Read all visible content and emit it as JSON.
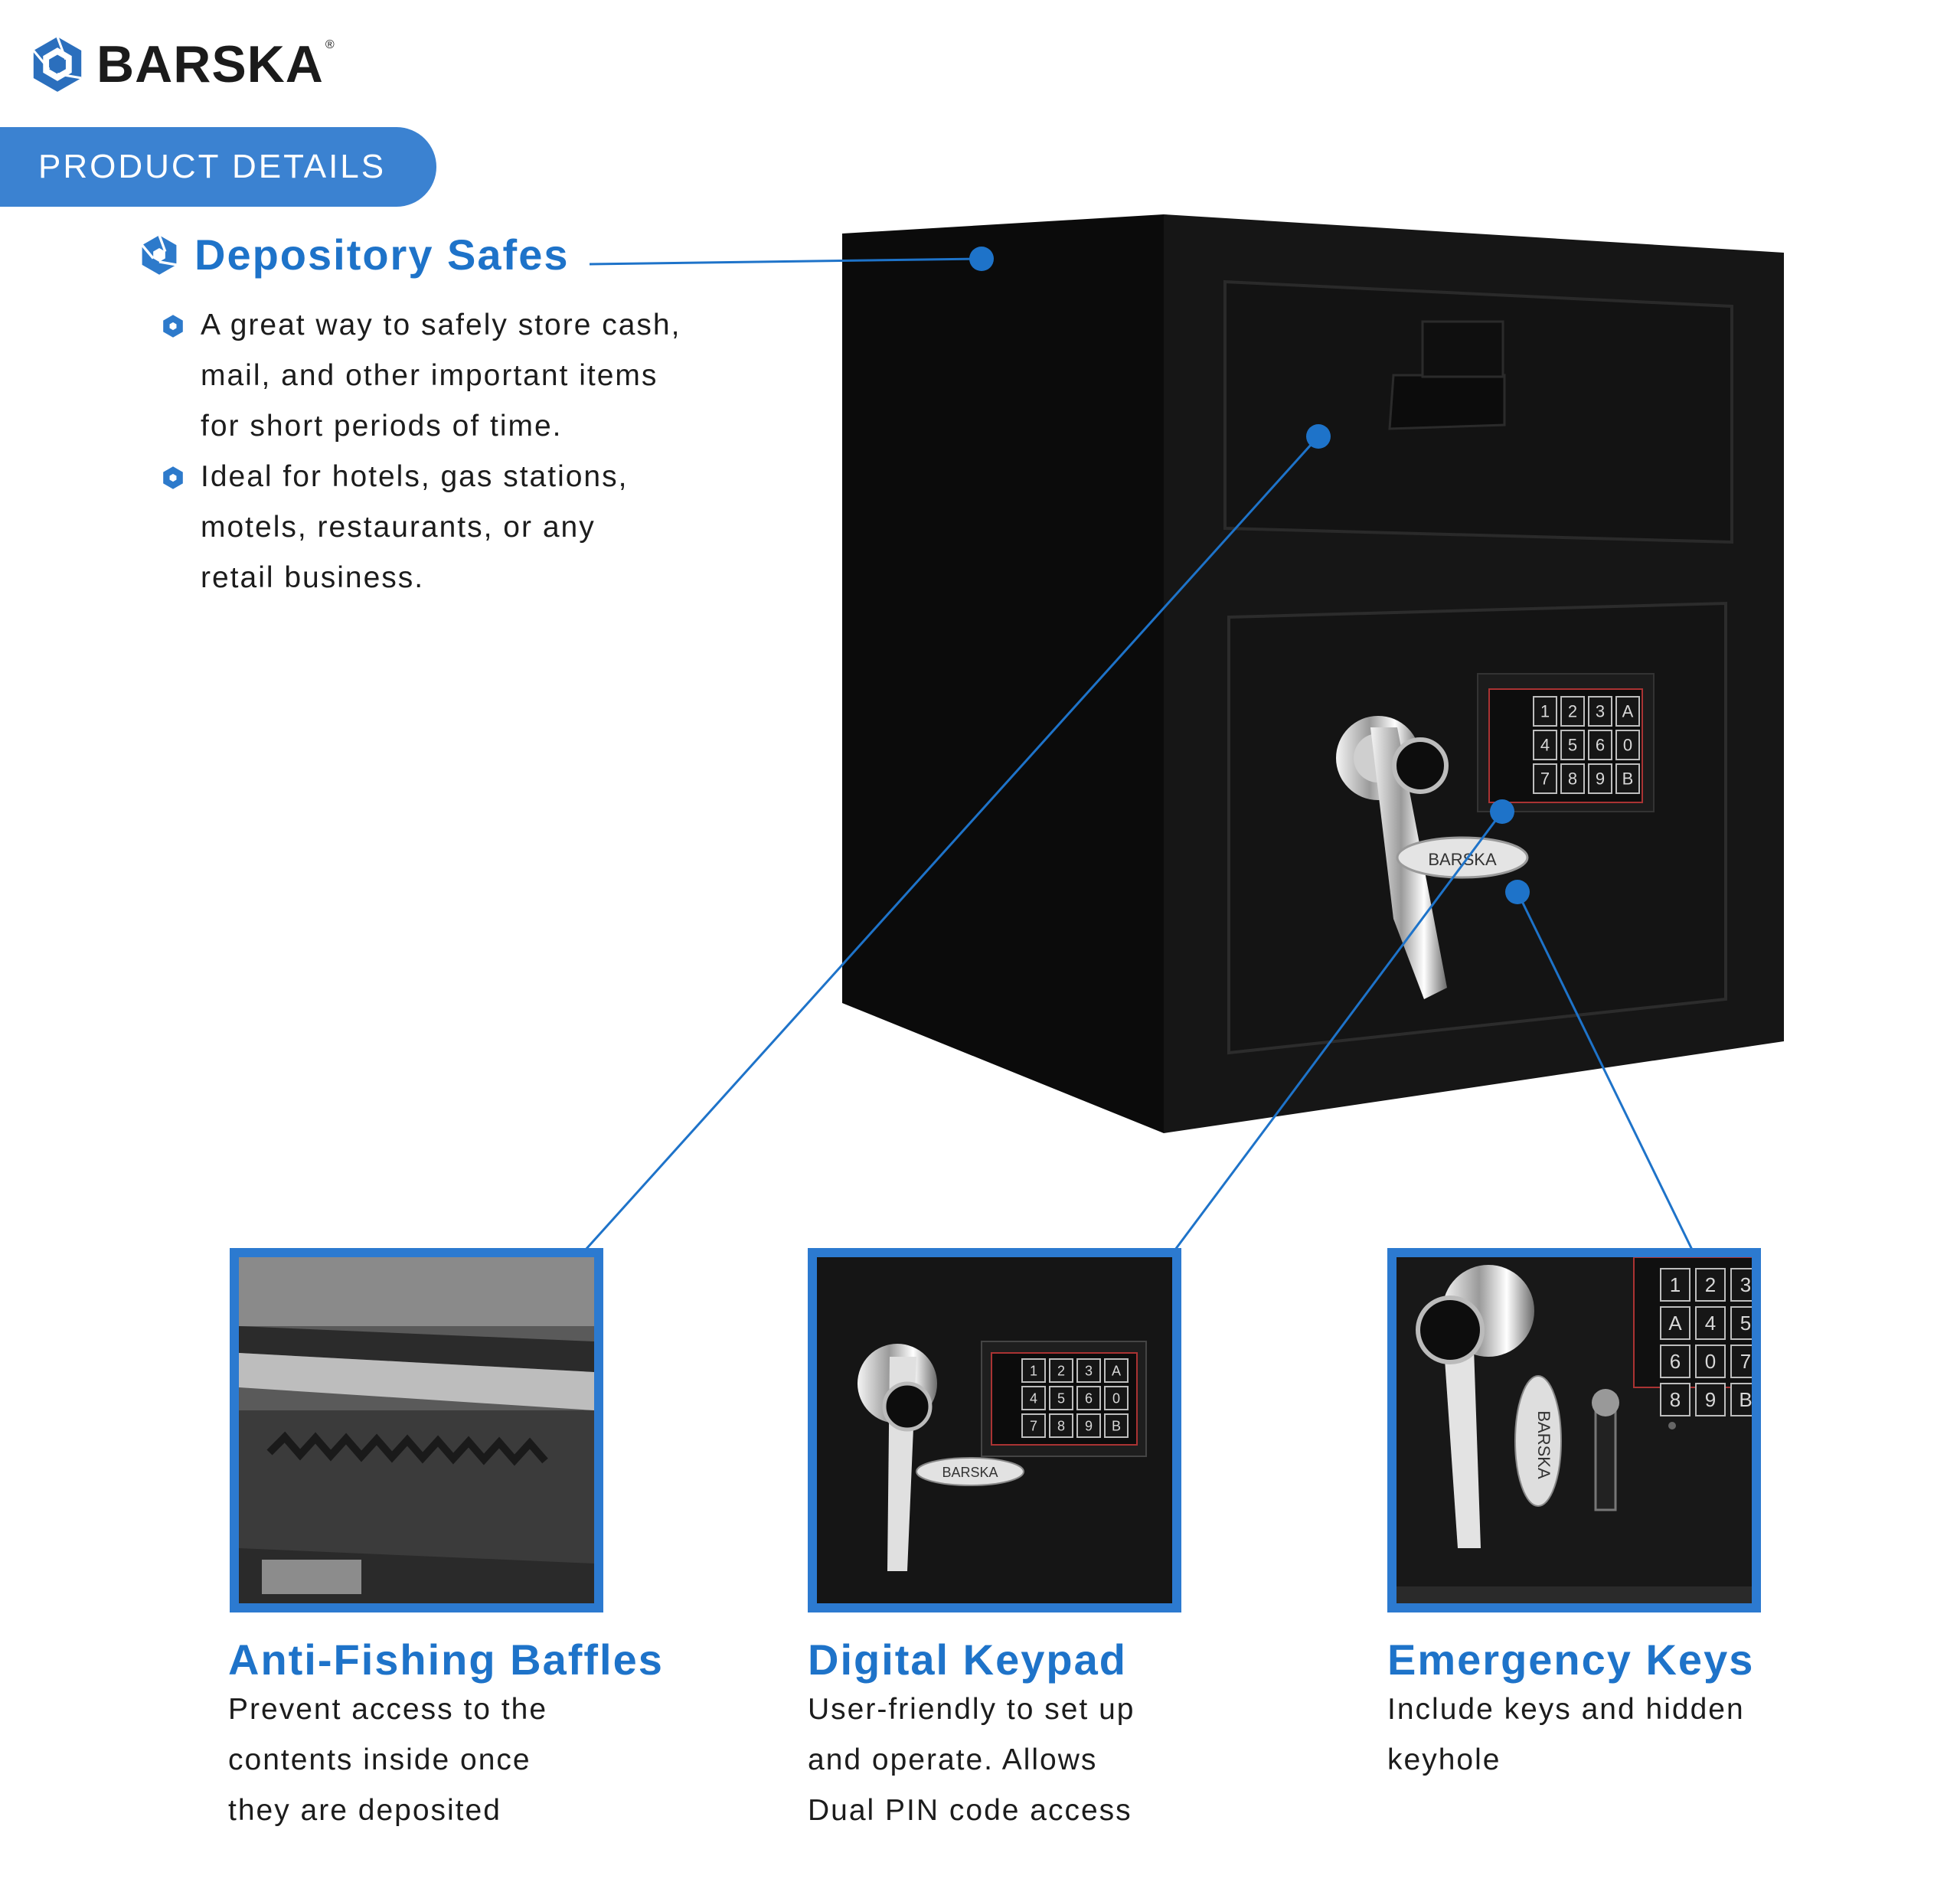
{
  "brand": {
    "name": "BARSKA",
    "registered": "®"
  },
  "banner": {
    "label": "PRODUCT DETAILS"
  },
  "depository": {
    "title": "Depository Safes",
    "bullets": [
      [
        "A great way to safely store cash,",
        "mail, and other important items",
        "for short periods of time."
      ],
      [
        "Ideal for hotels, gas stations,",
        "motels, restaurants, or any",
        "retail business."
      ]
    ]
  },
  "keypad_keys": [
    "1",
    "2",
    "3",
    "A",
    "4",
    "5",
    "6",
    "0",
    "7",
    "8",
    "9",
    "B"
  ],
  "features": [
    {
      "title": "Anti-Fishing Baffles",
      "lines": [
        "Prevent access to the",
        "contents inside once",
        "they are deposited"
      ]
    },
    {
      "title": "Digital Keypad",
      "lines": [
        "User-friendly to set up",
        "and operate. Allows",
        "Dual PIN code access"
      ]
    },
    {
      "title": "Emergency Keys",
      "lines": [
        "Include keys and hidden",
        "keyhole"
      ]
    }
  ],
  "colors": {
    "accent": "#1e73c9",
    "banner": "#3b82d1",
    "frame": "#2c7ad0",
    "safe": "#151515"
  }
}
